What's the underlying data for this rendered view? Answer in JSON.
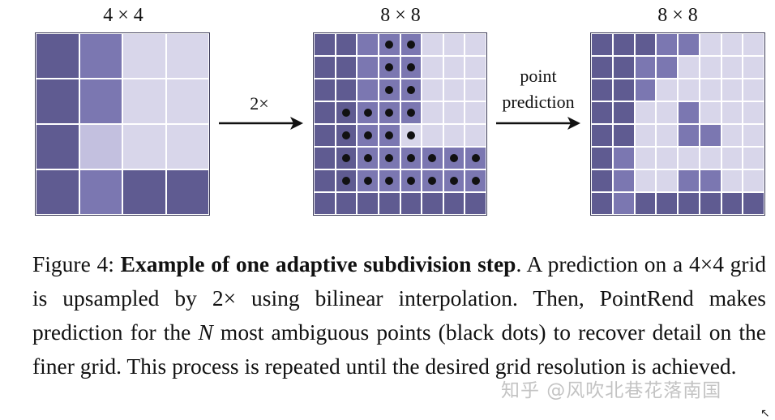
{
  "colors": {
    "dark": "#5f5b91",
    "mid": "#7b77b1",
    "pale": "#c3c0df",
    "light": "#d8d6ea",
    "border": "#3b3a57"
  },
  "figure": {
    "panels": [
      {
        "title": "4 × 4",
        "n": 4,
        "cells": [
          [
            "D",
            "M",
            "L",
            "L"
          ],
          [
            "D",
            "M",
            "L",
            "L"
          ],
          [
            "D",
            "P",
            "L",
            "L"
          ],
          [
            "D",
            "M",
            "D",
            "D"
          ]
        ],
        "dots": []
      },
      {
        "title": "8 × 8",
        "n": 8,
        "cells": [
          [
            "D",
            "D",
            "M",
            "M",
            "M",
            "L",
            "L",
            "L"
          ],
          [
            "D",
            "D",
            "M",
            "M",
            "M",
            "L",
            "L",
            "L"
          ],
          [
            "D",
            "D",
            "M",
            "M",
            "M",
            "L",
            "L",
            "L"
          ],
          [
            "D",
            "D",
            "M",
            "M",
            "M",
            "L",
            "L",
            "L"
          ],
          [
            "D",
            "D",
            "M",
            "M",
            "L",
            "L",
            "L",
            "L"
          ],
          [
            "D",
            "D",
            "M",
            "M",
            "M",
            "M",
            "M",
            "M"
          ],
          [
            "D",
            "D",
            "M",
            "M",
            "M",
            "M",
            "M",
            "M"
          ],
          [
            "D",
            "D",
            "D",
            "D",
            "D",
            "D",
            "D",
            "D"
          ]
        ],
        "dots": [
          [
            0,
            3
          ],
          [
            0,
            4
          ],
          [
            1,
            3
          ],
          [
            1,
            4
          ],
          [
            2,
            3
          ],
          [
            2,
            4
          ],
          [
            3,
            1
          ],
          [
            3,
            2
          ],
          [
            3,
            3
          ],
          [
            3,
            4
          ],
          [
            4,
            1
          ],
          [
            4,
            2
          ],
          [
            4,
            3
          ],
          [
            4,
            4
          ],
          [
            5,
            1
          ],
          [
            5,
            2
          ],
          [
            5,
            3
          ],
          [
            5,
            4
          ],
          [
            5,
            5
          ],
          [
            5,
            6
          ],
          [
            5,
            7
          ],
          [
            6,
            1
          ],
          [
            6,
            2
          ],
          [
            6,
            3
          ],
          [
            6,
            4
          ],
          [
            6,
            5
          ],
          [
            6,
            6
          ],
          [
            6,
            7
          ]
        ]
      },
      {
        "title": "8 × 8",
        "n": 8,
        "cells": [
          [
            "D",
            "D",
            "D",
            "M",
            "M",
            "L",
            "L",
            "L"
          ],
          [
            "D",
            "D",
            "M",
            "M",
            "L",
            "L",
            "L",
            "L"
          ],
          [
            "D",
            "D",
            "M",
            "L",
            "L",
            "L",
            "L",
            "L"
          ],
          [
            "D",
            "D",
            "L",
            "L",
            "M",
            "L",
            "L",
            "L"
          ],
          [
            "D",
            "D",
            "L",
            "L",
            "M",
            "M",
            "L",
            "L"
          ],
          [
            "D",
            "M",
            "L",
            "L",
            "L",
            "L",
            "L",
            "L"
          ],
          [
            "D",
            "M",
            "L",
            "L",
            "M",
            "M",
            "L",
            "L"
          ],
          [
            "D",
            "M",
            "D",
            "D",
            "D",
            "D",
            "D",
            "D"
          ]
        ],
        "dots": []
      }
    ],
    "arrow1_label": "2×",
    "arrow2_label_line1": "point",
    "arrow2_label_line2": "prediction"
  },
  "caption": {
    "prefix": "Figure 4: ",
    "bold": "Example of one adaptive subdivision step",
    "part1": ". A prediction on a 4×4 grid is upsampled by 2× using bilinear interpolation. Then, PointRend makes prediction for the ",
    "var": "N",
    "part2": " most ambiguous points (black dots) to recover detail on the finer grid. This process is repeated until the desired grid resolution is achieved."
  },
  "watermark": "知乎 @风吹北巷花落南国"
}
